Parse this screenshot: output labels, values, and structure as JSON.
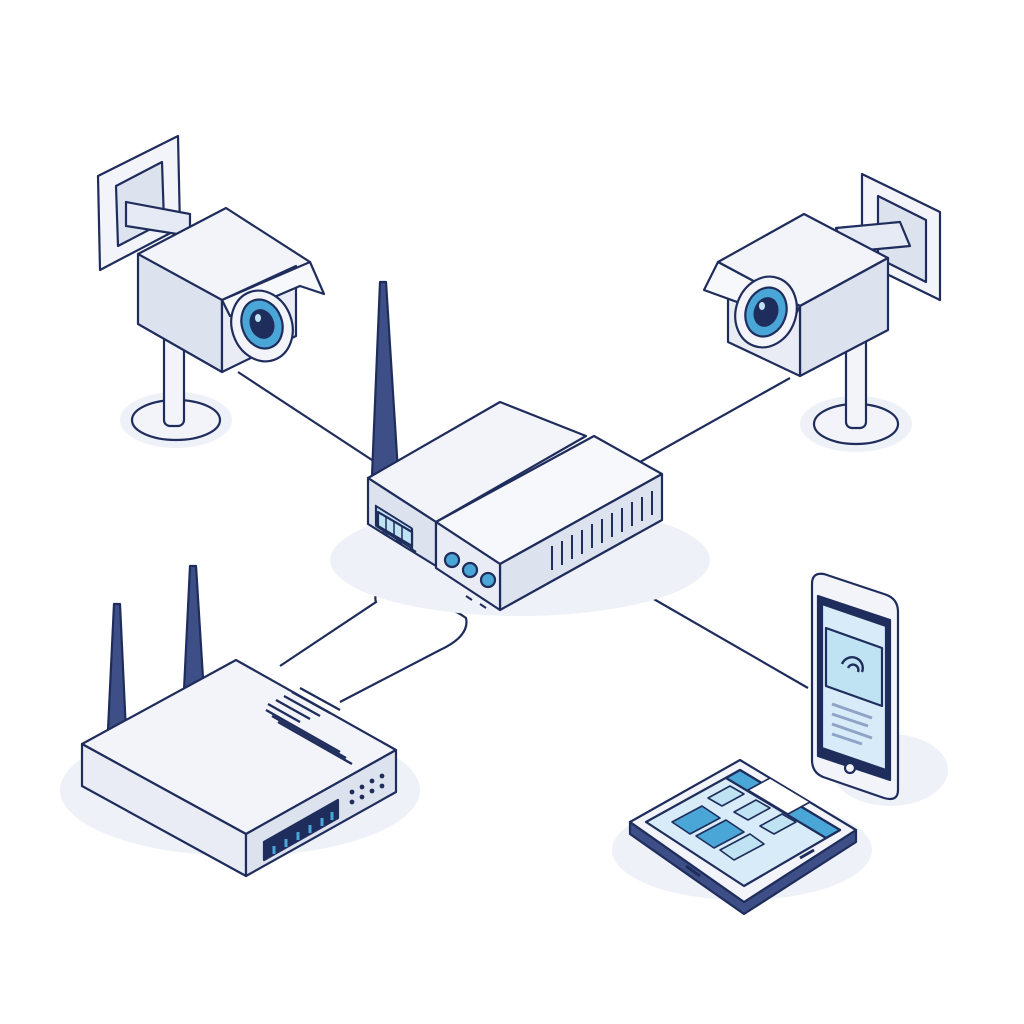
{
  "diagram": {
    "type": "isometric-network-illustration",
    "colors": {
      "background": "#ffffff",
      "outline": "#1f2d5c",
      "body_light": "#f2f4fa",
      "body_shade": "#dde2ef",
      "body_dark": "#c7cfe3",
      "accent_blue": "#4aa6d6",
      "accent_light": "#bfe3f3",
      "shadow": "#eef1f8"
    },
    "nodes": [
      {
        "id": "camera-left",
        "icon": "security-camera-icon"
      },
      {
        "id": "camera-right",
        "icon": "security-camera-icon"
      },
      {
        "id": "central-hub",
        "icon": "network-hub-icon"
      },
      {
        "id": "wifi-router",
        "icon": "wifi-router-icon"
      },
      {
        "id": "smartphone",
        "icon": "smartphone-icon"
      },
      {
        "id": "tablet",
        "icon": "tablet-icon"
      }
    ],
    "connections": [
      {
        "from": "camera-left",
        "to": "central-hub"
      },
      {
        "from": "camera-right",
        "to": "central-hub"
      },
      {
        "from": "central-hub",
        "to": "wifi-router"
      },
      {
        "from": "central-hub",
        "to": "smartphone"
      }
    ]
  }
}
